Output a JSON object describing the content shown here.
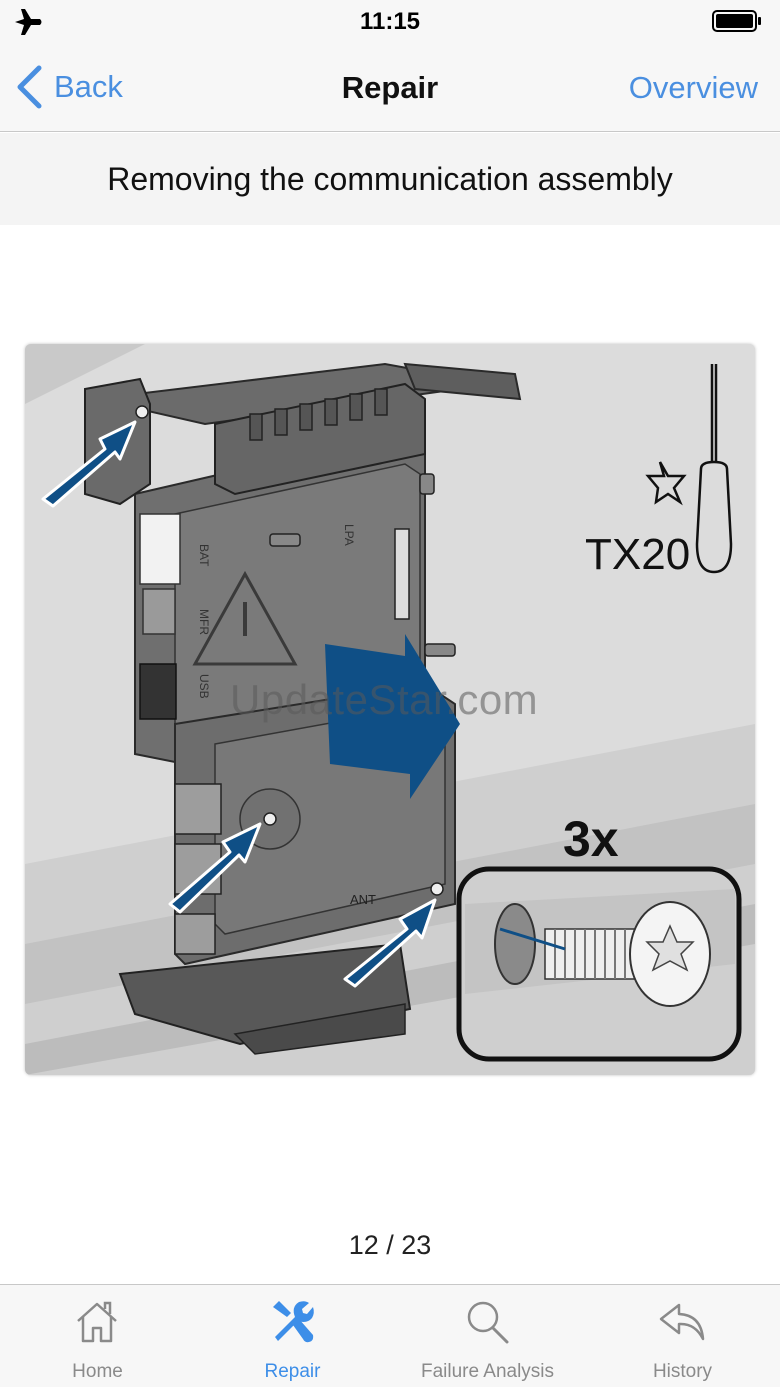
{
  "status_bar": {
    "time": "11:15",
    "icons": [
      "airplane-icon",
      "battery-icon"
    ]
  },
  "nav": {
    "back_label": "Back",
    "title": "Repair",
    "overview_label": "Overview"
  },
  "step_title": "Removing the communication assembly",
  "figure": {
    "tool_label": "TX20",
    "multiplier_label": "3x",
    "watermark": "UpdateStar.com",
    "icons": [
      "torx-star-icon",
      "screwdriver-icon",
      "screw-icon",
      "direction-arrow-icon",
      "pointer-arrow-icon"
    ]
  },
  "pager": {
    "text": "12 / 23"
  },
  "tabs": [
    {
      "label": "Home",
      "icon": "home-icon",
      "active": false
    },
    {
      "label": "Repair",
      "icon": "repair-tools-icon",
      "active": true
    },
    {
      "label": "Failure Analysis",
      "icon": "magnifier-icon",
      "active": false
    },
    {
      "label": "History",
      "icon": "history-icon",
      "active": false
    }
  ],
  "colors": {
    "accent": "#4a8fe0",
    "tab_active": "#3d8ee8",
    "tab_inactive": "#8a8a8a",
    "arrow_blue": "#0f4f86"
  }
}
